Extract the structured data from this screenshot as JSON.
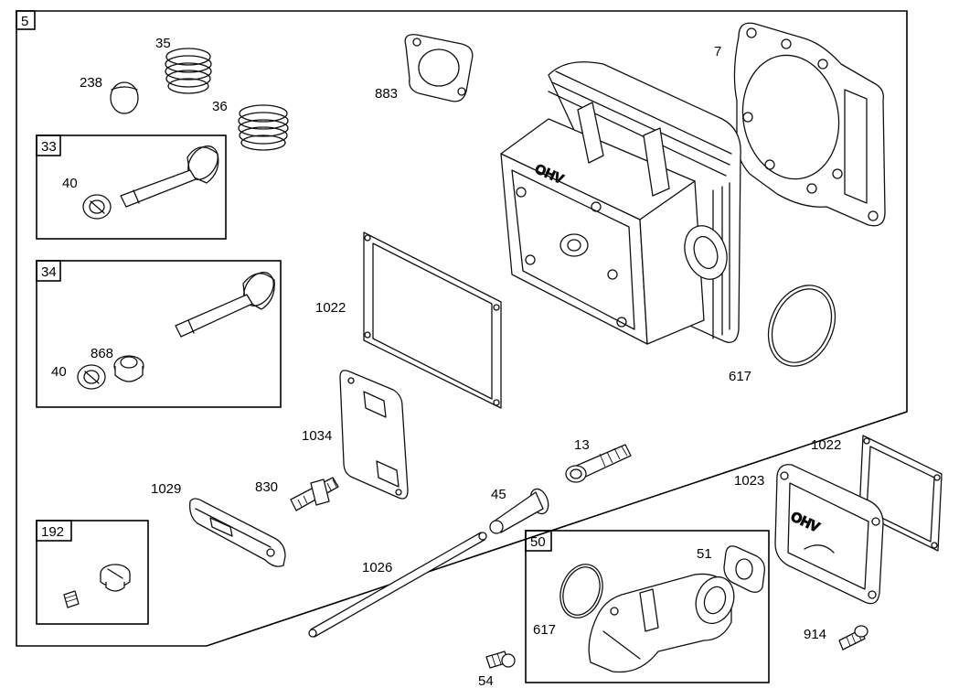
{
  "assembly_number": "5",
  "kits": {
    "k33": "33",
    "k34": "34",
    "k192": "192",
    "k50": "50"
  },
  "callouts": {
    "p35": "35",
    "p238": "238",
    "p36": "36",
    "p883": "883",
    "p7": "7",
    "p40a": "40",
    "p40b": "40",
    "p868": "868",
    "p1022a": "1022",
    "p617a": "617",
    "p1034": "1034",
    "p13": "13",
    "p1022b": "1022",
    "p1023": "1023",
    "p1029": "1029",
    "p830": "830",
    "p45": "45",
    "p1026": "1026",
    "p51": "51",
    "p617b": "617",
    "p914": "914",
    "p54": "54"
  },
  "cover_text": "OHV",
  "head_text": "OHV"
}
